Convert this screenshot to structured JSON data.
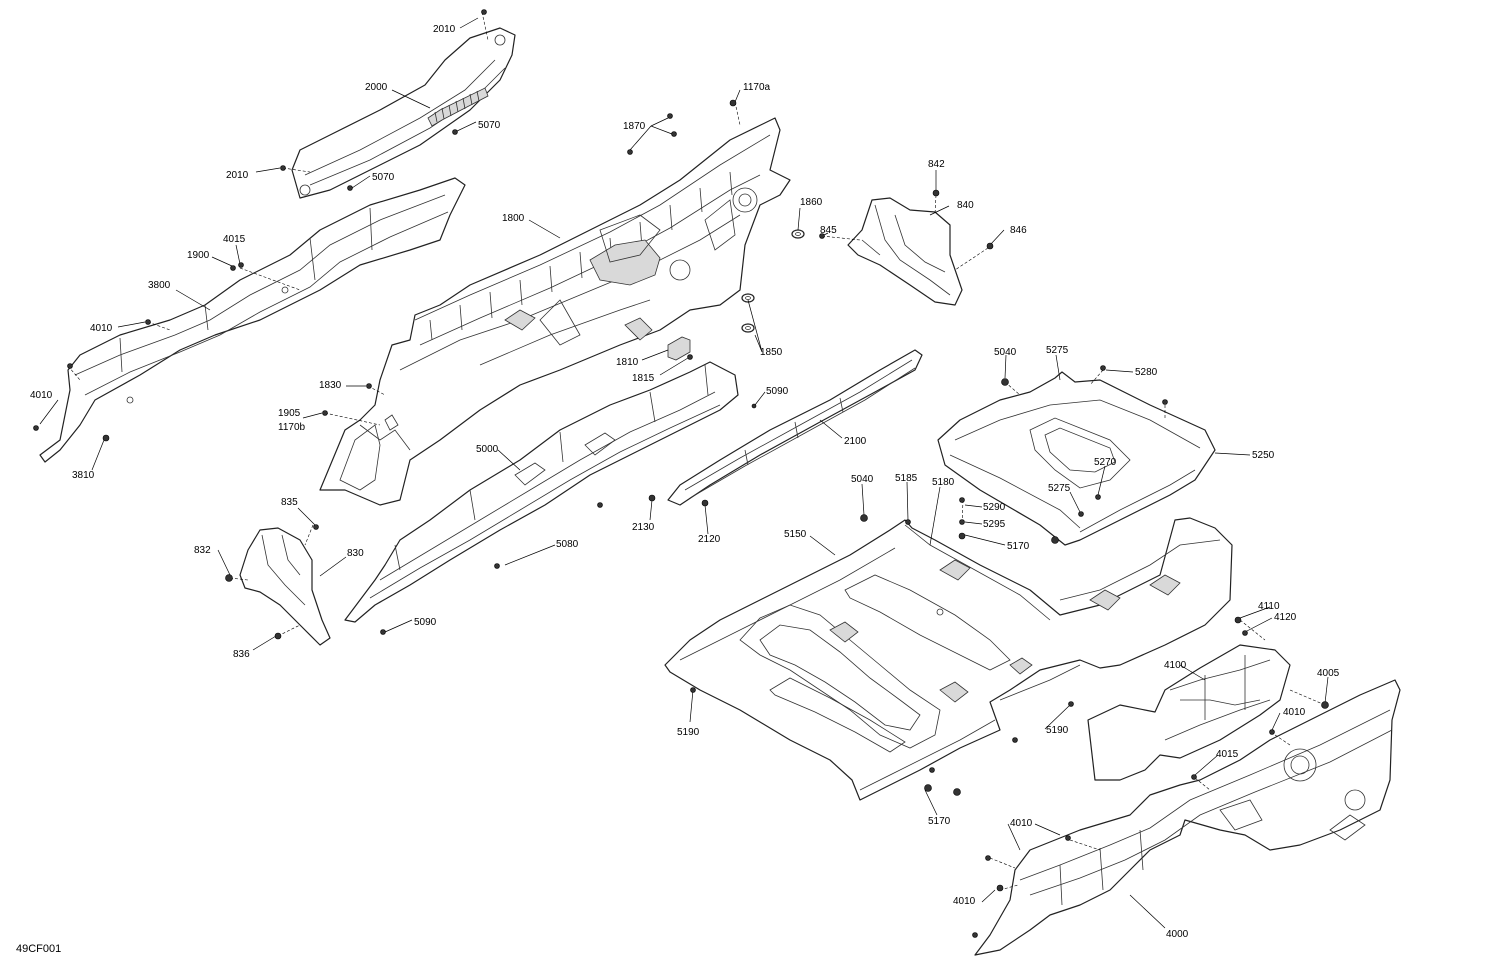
{
  "diagram_code": "49CF001",
  "callouts": {
    "c2010a": "2010",
    "c2000": "2000",
    "c5070a": "5070",
    "c2010b": "2010",
    "c5070b": "5070",
    "c4015a": "4015",
    "c1900": "1900",
    "c3800": "3800",
    "c4010a": "4010",
    "c4010b": "4010",
    "c3810": "3810",
    "c1830": "1830",
    "c1905": "1905",
    "c1170b": "1170b",
    "c1800": "1800",
    "c1870": "1870",
    "c1170a": "1170a",
    "c1860": "1860",
    "c1850": "1850",
    "c1810": "1810",
    "c1815": "1815",
    "c842": "842",
    "c840": "840",
    "c845": "845",
    "c846": "846",
    "c5090a": "5090",
    "c5000": "5000",
    "c2100": "2100",
    "c2130": "2130",
    "c2120": "2120",
    "c5080": "5080",
    "c5090b": "5090",
    "c835": "835",
    "c832": "832",
    "c830": "830",
    "c836": "836",
    "c5040a": "5040",
    "c5275a": "5275",
    "c5280": "5280",
    "c5250": "5250",
    "c5270": "5270",
    "c5275b": "5275",
    "c5040b": "5040",
    "c5185": "5185",
    "c5180": "5180",
    "c5290": "5290",
    "c5295": "5295",
    "c5170a": "5170",
    "c5150": "5150",
    "c5190a": "5190",
    "c5190b": "5190",
    "c5170b": "5170",
    "c4110": "4110",
    "c4120": "4120",
    "c4100": "4100",
    "c4005": "4005",
    "c4010c": "4010",
    "c4015b": "4015",
    "c4010d": "4010",
    "c4010e": "4010",
    "c4000": "4000"
  }
}
